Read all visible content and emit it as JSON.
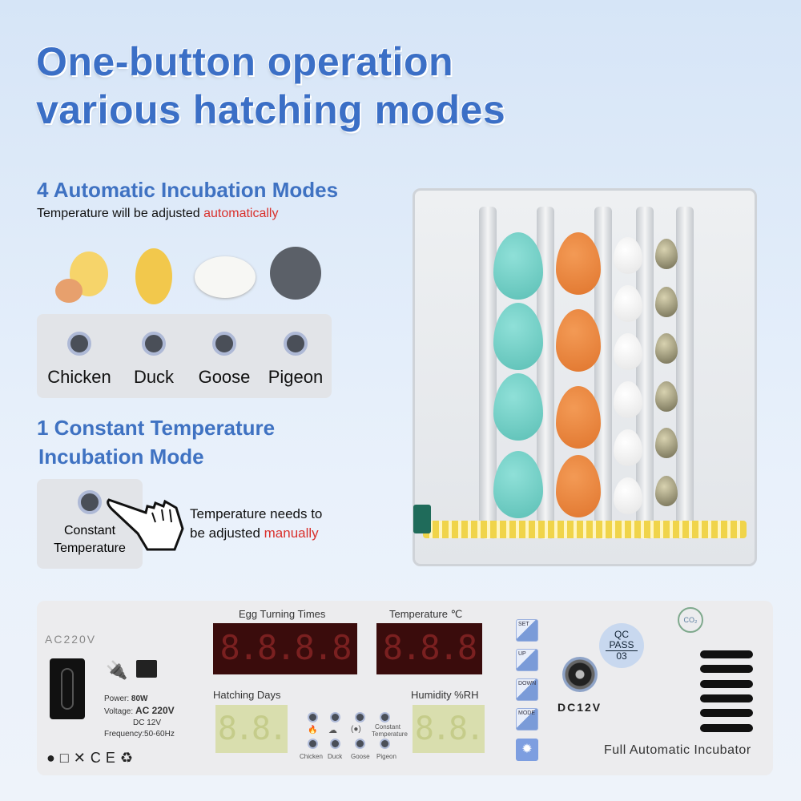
{
  "headline": {
    "line1": "One-button operation",
    "line2": "various hatching modes"
  },
  "auto_section": {
    "title": "4 Automatic Incubation Modes",
    "note_prefix": "Temperature will be adjusted ",
    "note_highlight": "automatically",
    "modes": [
      "Chicken",
      "Duck",
      "Goose",
      "Pigeon"
    ]
  },
  "constant_section": {
    "title_line1": "1 Constant Temperature",
    "title_line2": "Incubation Mode",
    "button_line1": "Constant",
    "button_line2": "Temperature",
    "note_line1": "Temperature needs to",
    "note_line2_prefix": "be adjusted ",
    "note_highlight": "manually"
  },
  "control_panel": {
    "ac_label": "AC220V",
    "power_label": "Power:",
    "power_value": "80W",
    "voltage_label": "Voltage:",
    "voltage_ac": "AC 220V",
    "voltage_dc": "DC 12V",
    "frequency": "Frequency:50-60Hz",
    "egg_turning_label": "Egg Turning Times",
    "egg_turning_display": "8.8.8.8",
    "temperature_label": "Temperature ℃",
    "temperature_display": "8.8.8",
    "hatching_days_label": "Hatching Days",
    "hatching_days_display": "8.8.",
    "humidity_label": "Humidity %RH",
    "humidity_display": "8.8.",
    "mode_labels": [
      "Chicken",
      "Duck",
      "Goose",
      "Pigeon"
    ],
    "constant_label_1": "Constant",
    "constant_label_2": "Temperature",
    "buttons": [
      "SET",
      "UP",
      "DOWN",
      "MODE"
    ],
    "dc_label": "DC12V",
    "qc_sticker": {
      "line1": "QC",
      "line2": "PASS",
      "line3": "03"
    },
    "co2_label": "CO₂",
    "product_name": "Full Automatic Incubator",
    "cert_icons": [
      "low-energy",
      "double-insulation",
      "weee",
      "CE",
      "recycle"
    ]
  },
  "colors": {
    "headline": "#3b6fc6",
    "accent_red": "#d9302c",
    "led_red": "#3a0c0c",
    "led_yellow": "#d9deae"
  }
}
